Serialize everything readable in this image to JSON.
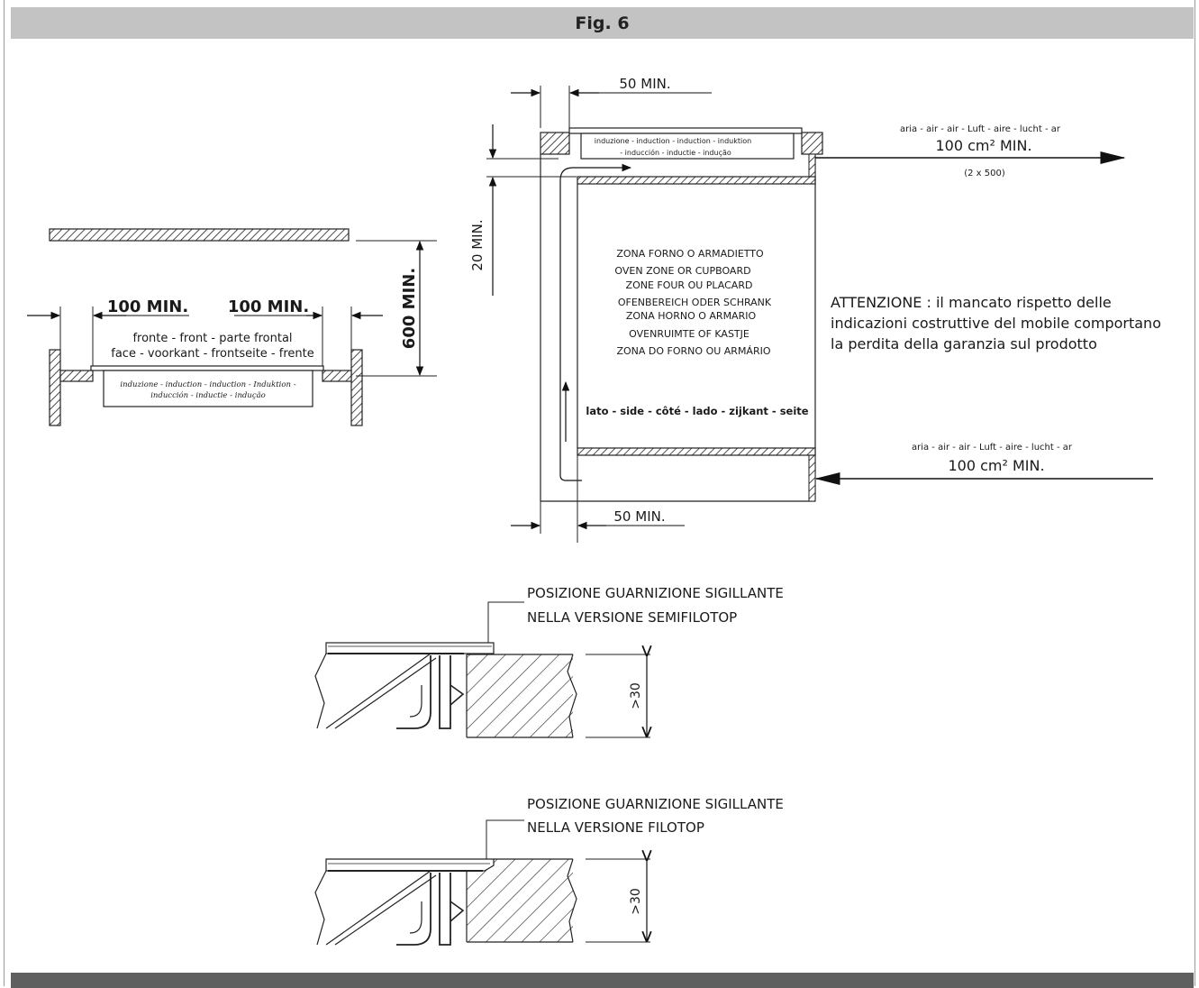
{
  "figure": {
    "title": "Fig. 6"
  },
  "front_view": {
    "dim_left": "100 MIN.",
    "dim_right": "100 MIN.",
    "dim_height": "600 MIN.",
    "front_line1": "fronte - front - parte frontal",
    "front_line2": "face - voorkant - frontseite - frente",
    "hob_line1": "induzione - induction - induction - Induktion -",
    "hob_line2": "inducción - inductie - indução"
  },
  "side_view": {
    "dim_top": "50 MIN.",
    "dim_bottom": "50 MIN.",
    "dim_vertical": "20 MIN.",
    "hob_line1": "induzione - induction - induction - induktion",
    "hob_line2": "- inducción - inductie - indução",
    "zones": [
      "ZONA  FORNO O ARMADIETTO",
      "OVEN ZONE OR CUPBOARD",
      "ZONE FOUR OU PLACARD",
      "OFENBEREICH     ODER  SCHRANK",
      "ZONA HORNO O ARMARIO",
      "OVENRUIMTE  OF KASTJE",
      "ZONA DO FORNO    OU ARMÁRIO"
    ],
    "side_label": "lato - side - côté - lado - zijkant - seite",
    "air_out_label": "aria  - air -  air  - Luft -  aire  - lucht -  ar",
    "air_out_value": "100 cm² MIN.",
    "air_out_note": "(2 x 500)",
    "air_in_label": "aria  - air -  air  - Luft -  aire  - lucht -  ar",
    "air_in_value": "100 cm² MIN."
  },
  "warning": {
    "line1": "ATTENZIONE : il mancato rispetto delle",
    "line2": "indicazioni costruttive del mobile comportano",
    "line3": "la perdita della garanzia sul prodotto"
  },
  "seal_semifilotop": {
    "line1": "POSIZIONE GUARNIZIONE SIGILLANTE",
    "line2": "NELLA VERSIONE SEMIFILOTOP",
    "dim": ">30"
  },
  "seal_filotop": {
    "line1": "POSIZIONE GUARNIZIONE SIGILLANTE",
    "line2": "NELLA VERSIONE FILOTOP",
    "dim": ">30"
  }
}
